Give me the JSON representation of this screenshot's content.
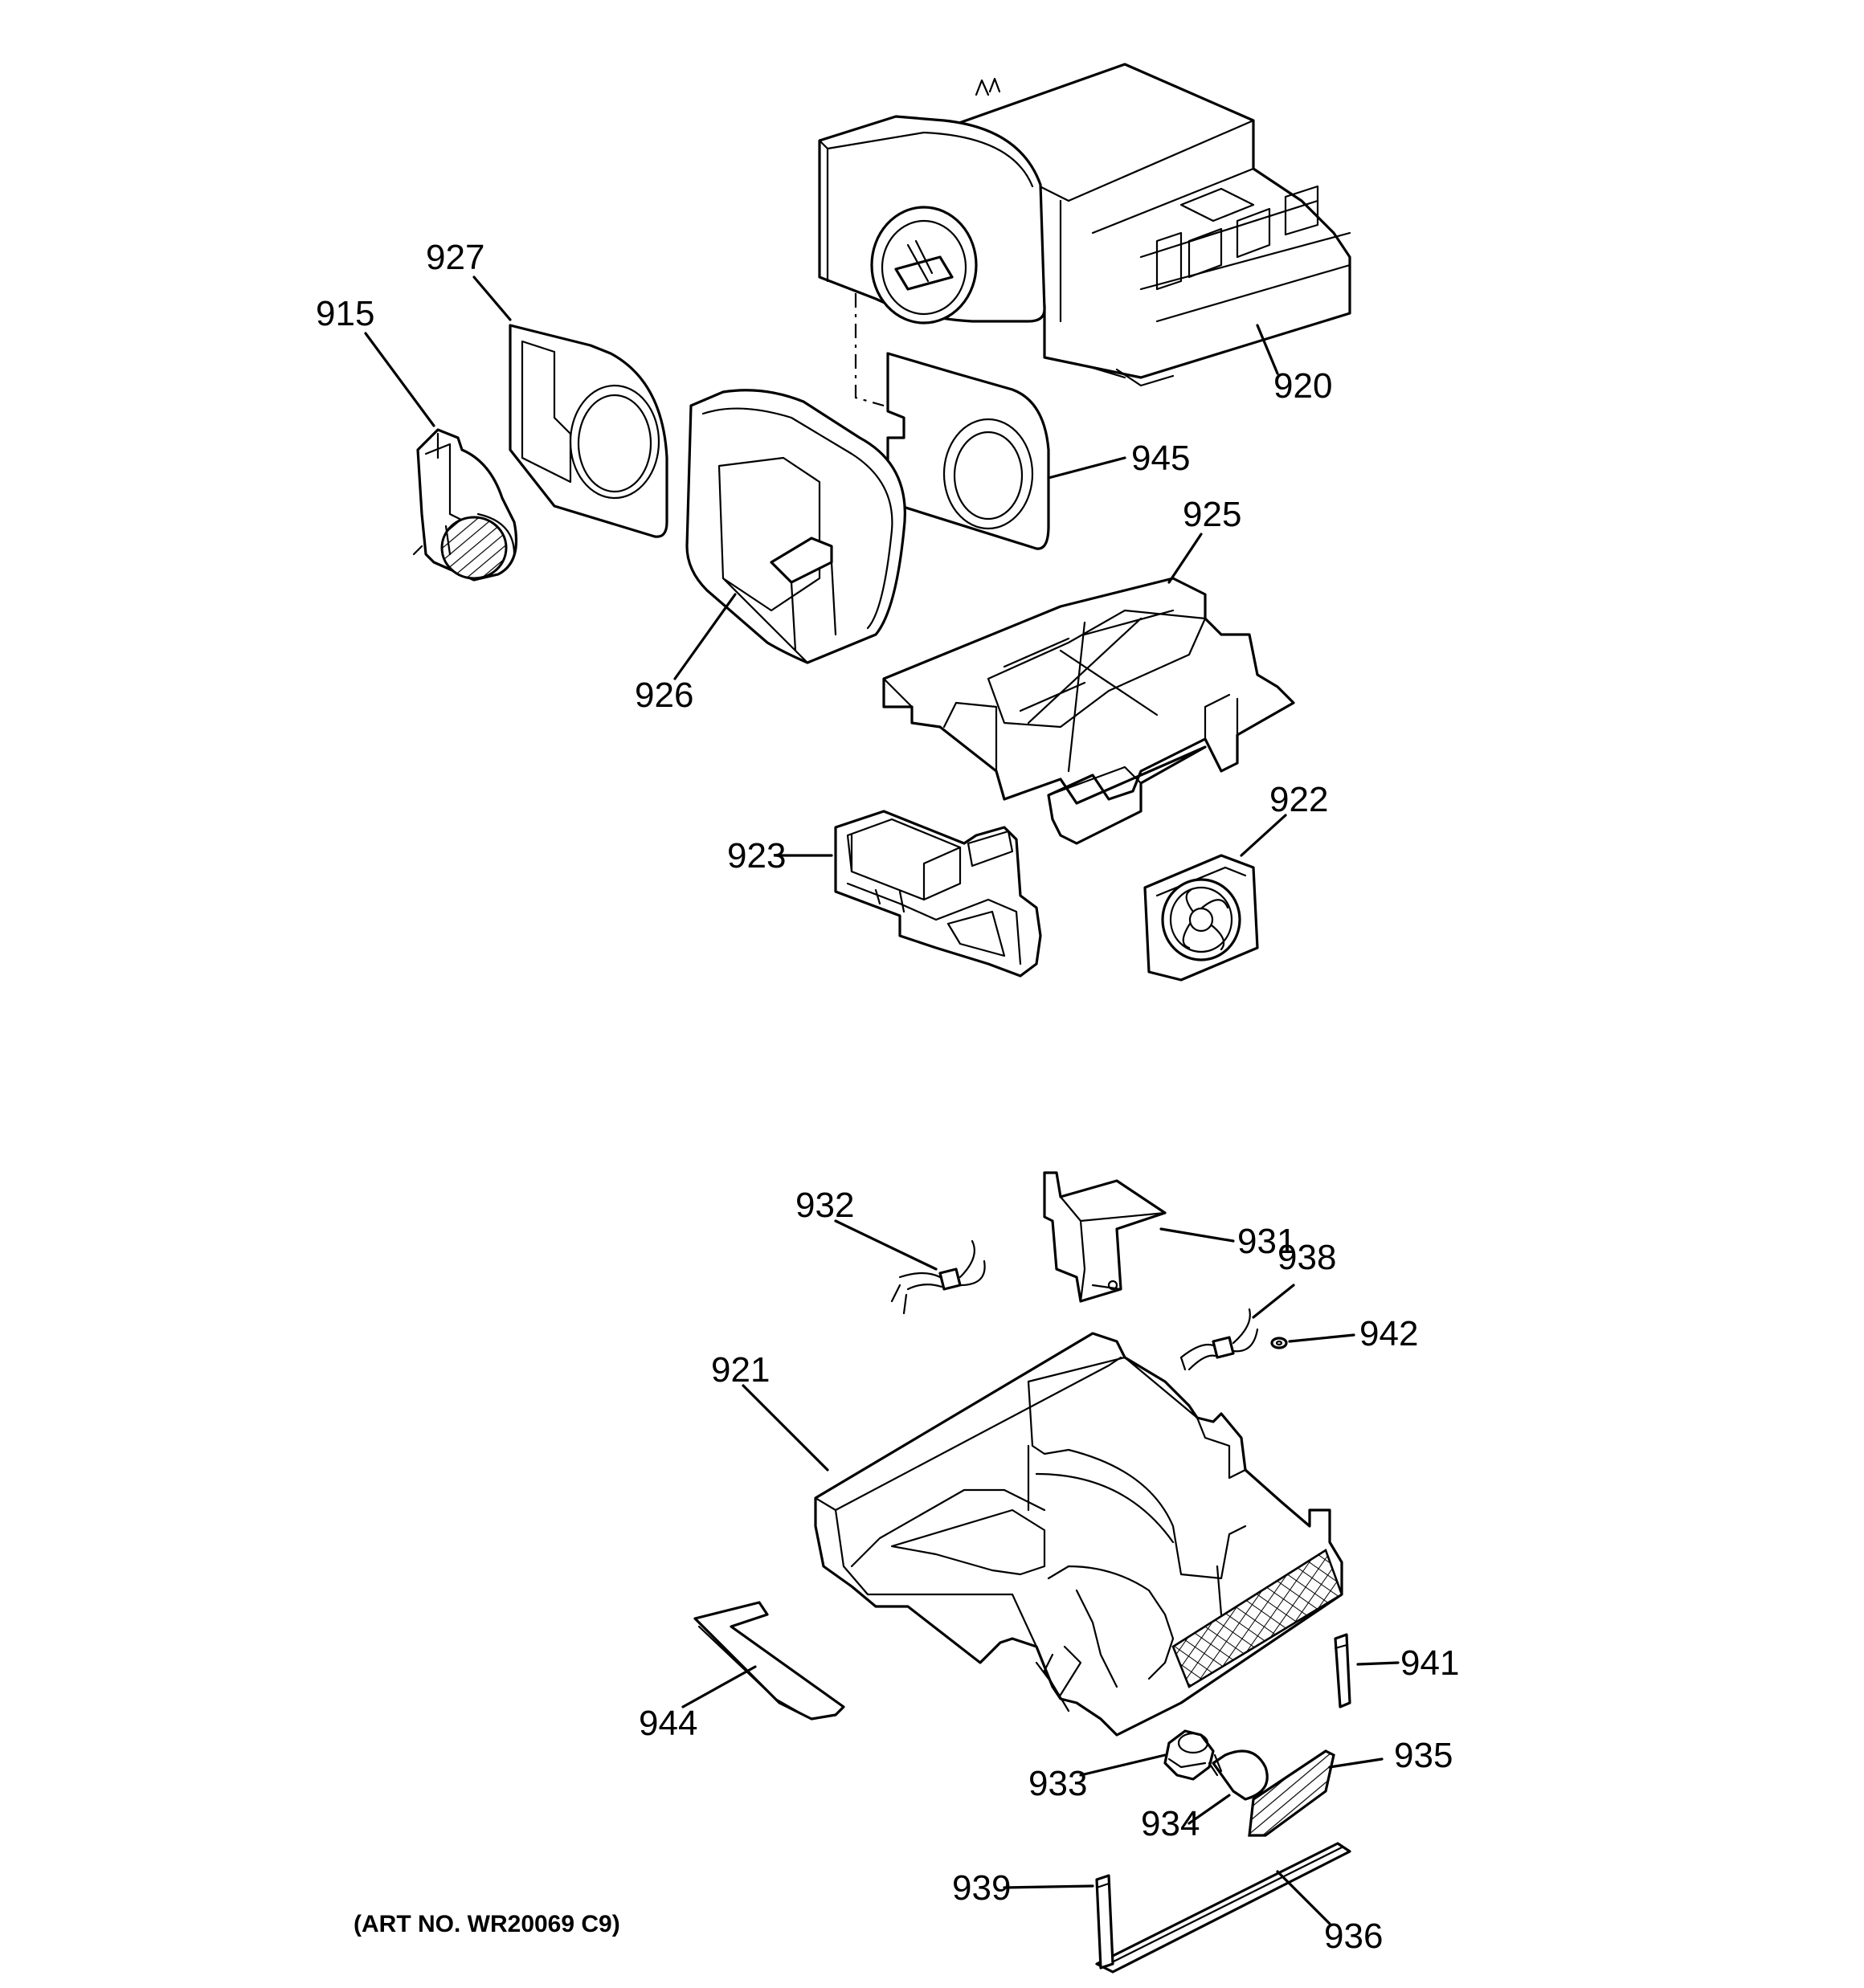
{
  "diagram": {
    "callouts": [
      {
        "id": "920",
        "label": "920"
      },
      {
        "id": "927",
        "label": "927"
      },
      {
        "id": "915",
        "label": "915"
      },
      {
        "id": "945",
        "label": "945"
      },
      {
        "id": "925",
        "label": "925"
      },
      {
        "id": "926",
        "label": "926"
      },
      {
        "id": "923",
        "label": "923"
      },
      {
        "id": "922",
        "label": "922"
      },
      {
        "id": "932",
        "label": "932"
      },
      {
        "id": "931",
        "label": "931"
      },
      {
        "id": "938",
        "label": "938"
      },
      {
        "id": "942",
        "label": "942"
      },
      {
        "id": "921",
        "label": "921"
      },
      {
        "id": "941",
        "label": "941"
      },
      {
        "id": "944",
        "label": "944"
      },
      {
        "id": "935",
        "label": "935"
      },
      {
        "id": "933",
        "label": "933"
      },
      {
        "id": "934",
        "label": "934"
      },
      {
        "id": "939",
        "label": "939"
      },
      {
        "id": "936",
        "label": "936"
      }
    ],
    "art_number": "(ART NO. WR20069 C9)"
  }
}
